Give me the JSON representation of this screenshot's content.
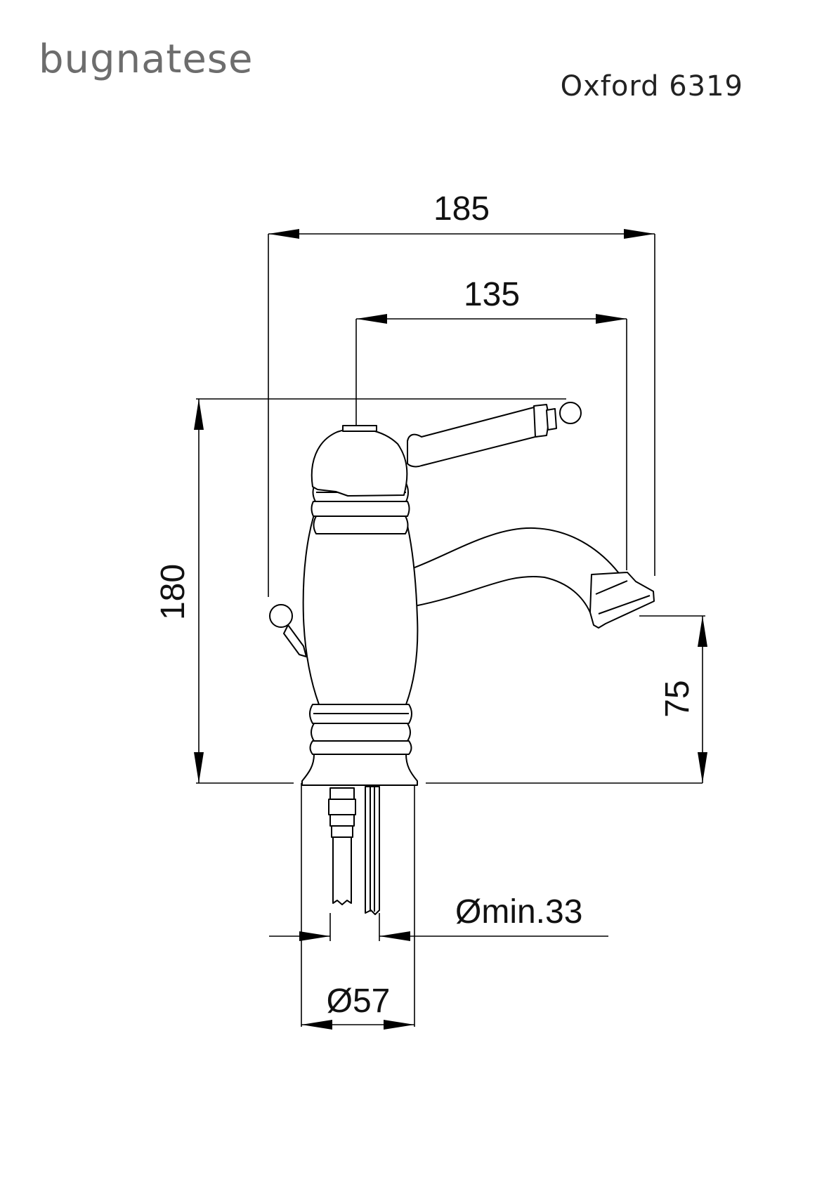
{
  "brand": "bugnatese",
  "model": "Oxford 6319",
  "dimensions": {
    "overall_width": "185",
    "spout_reach": "135",
    "height": "180",
    "spout_height": "75",
    "hole_min": "Ømin.33",
    "base_diameter": "Ø57"
  },
  "colors": {
    "line": "#000000",
    "brand": "#6d6d6d"
  }
}
